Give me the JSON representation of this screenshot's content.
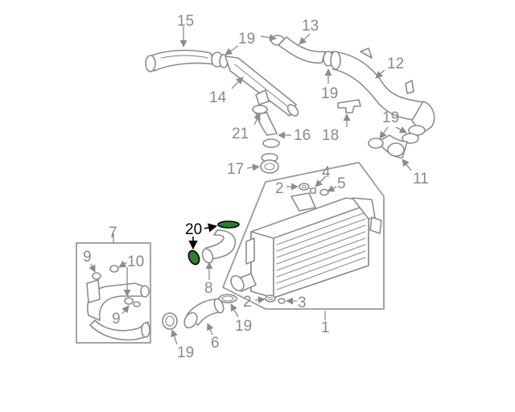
{
  "diagram": {
    "highlight_color": "#2e7d32",
    "callouts": [
      {
        "id": "c1",
        "text": "1"
      },
      {
        "id": "c2a",
        "text": "2"
      },
      {
        "id": "c2b",
        "text": "2"
      },
      {
        "id": "c3",
        "text": "3"
      },
      {
        "id": "c4",
        "text": "4"
      },
      {
        "id": "c5",
        "text": "5"
      },
      {
        "id": "c6",
        "text": "6"
      },
      {
        "id": "c7",
        "text": "7"
      },
      {
        "id": "c8",
        "text": "8"
      },
      {
        "id": "c9a",
        "text": "9"
      },
      {
        "id": "c9b",
        "text": "9"
      },
      {
        "id": "c10",
        "text": "10"
      },
      {
        "id": "c11",
        "text": "11"
      },
      {
        "id": "c12",
        "text": "12"
      },
      {
        "id": "c13",
        "text": "13"
      },
      {
        "id": "c14",
        "text": "14"
      },
      {
        "id": "c15",
        "text": "15"
      },
      {
        "id": "c16",
        "text": "16"
      },
      {
        "id": "c17",
        "text": "17"
      },
      {
        "id": "c18",
        "text": "18"
      },
      {
        "id": "c19a",
        "text": "19"
      },
      {
        "id": "c19b",
        "text": "19"
      },
      {
        "id": "c19c",
        "text": "19"
      },
      {
        "id": "c19d",
        "text": "19"
      },
      {
        "id": "c19e",
        "text": "19"
      },
      {
        "id": "c20",
        "text": "20"
      },
      {
        "id": "c21",
        "text": "21"
      }
    ]
  }
}
